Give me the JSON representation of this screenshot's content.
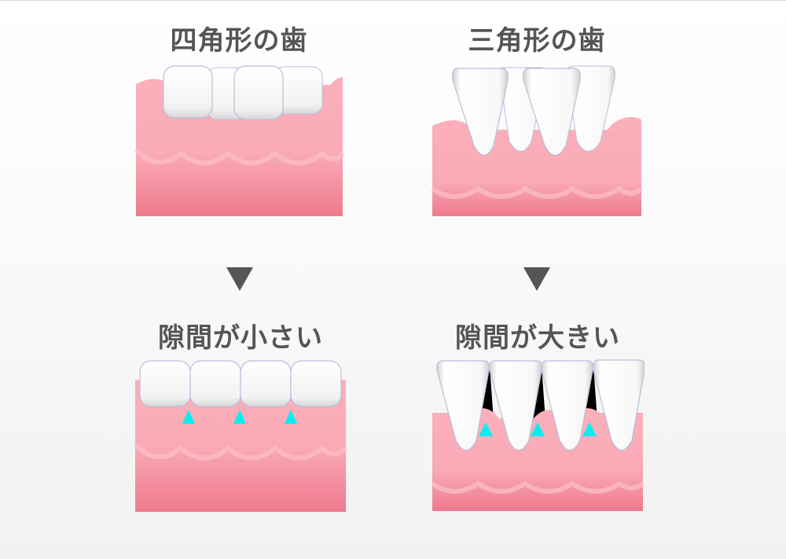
{
  "colors": {
    "gum_light": "#fab0bb",
    "gum_dark": "#ef7c8f",
    "tooth": "#ffffff",
    "tooth_shadow": "#d0d0d0",
    "text": "#555555",
    "gap_marker": "#00f0f0",
    "gap_dark": "#000000"
  },
  "diagram": {
    "left_column": {
      "top_label": "四角形の歯",
      "bottom_label": "隙間が小さい",
      "arrow_icon": "down-triangle"
    },
    "right_column": {
      "top_label": "三角形の歯",
      "bottom_label": "隙間が大きい",
      "arrow_icon": "down-triangle"
    }
  }
}
